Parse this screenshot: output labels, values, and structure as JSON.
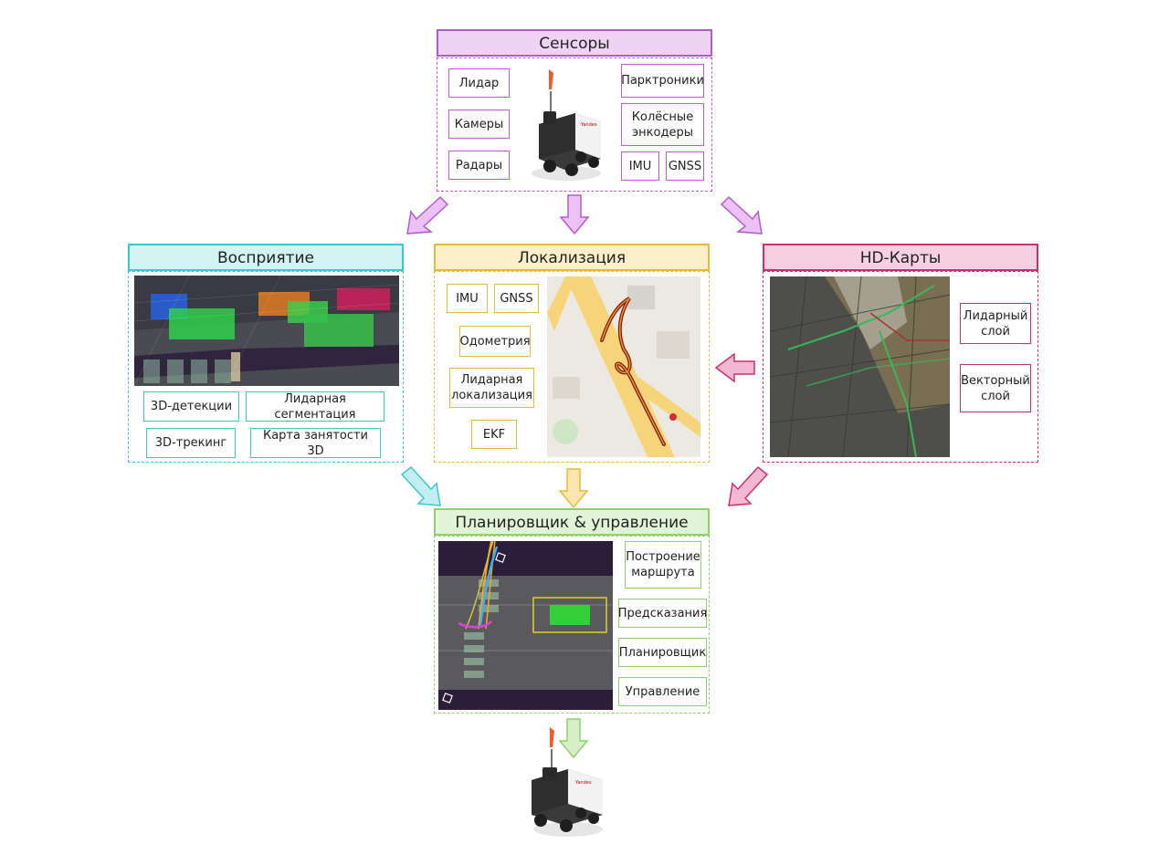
{
  "sensors": {
    "title": "Сенсоры",
    "items": {
      "lidar": "Лидар",
      "cameras": "Камеры",
      "radars": "Радары",
      "parktronics": "Парктроники",
      "wheel_encoders": "Колёсные\nэнкодеры",
      "imu": "IMU",
      "gnss": "GNSS"
    }
  },
  "perception": {
    "title": "Восприятие",
    "items": {
      "det3d": "3D-детекции",
      "lidar_seg": "Лидарная сегментация",
      "track3d": "3D-трекинг",
      "occupancy": "Карта занятости 3D"
    }
  },
  "localization": {
    "title": "Локализация",
    "items": {
      "imu": "IMU",
      "gnss": "GNSS",
      "odometry": "Одометрия",
      "lidar_loc": "Лидарная\nлокализация",
      "ekf": "EKF"
    }
  },
  "hdmaps": {
    "title": "HD-Карты",
    "items": {
      "lidar_layer": "Лидарный\nслой",
      "vector_layer": "Векторный\nслой"
    }
  },
  "planner": {
    "title": "Планировщик & управление",
    "items": {
      "route": "Построение\nмаршрута",
      "predictions": "Предсказания",
      "planner": "Планировщик",
      "control": "Управление"
    }
  },
  "colors": {
    "purple": "#c45ad6",
    "teal": "#3cc8cf",
    "yellow": "#e8b93a",
    "pink": "#cc2f72",
    "green": "#8fd16c"
  },
  "robot": {
    "brand": "Yandex"
  }
}
